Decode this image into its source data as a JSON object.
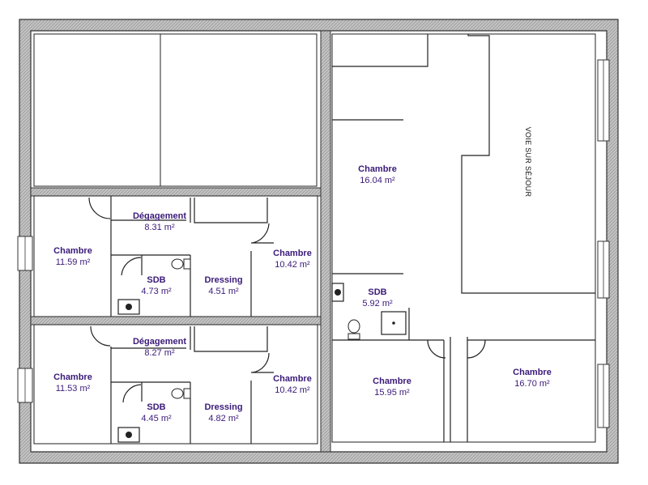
{
  "rooms": [
    {
      "name": "Chambre",
      "area": "11.59 m²"
    },
    {
      "name": "Dégagement",
      "area": "8.31 m²"
    },
    {
      "name": "Chambre",
      "area": "10.42 m²"
    },
    {
      "name": "SDB",
      "area": "4.73 m²"
    },
    {
      "name": "Dressing",
      "area": "4.51 m²"
    },
    {
      "name": "Chambre",
      "area": "11.53 m²"
    },
    {
      "name": "Dégagement",
      "area": "8.27 m²"
    },
    {
      "name": "Chambre",
      "area": "10.42 m²"
    },
    {
      "name": "SDB",
      "area": "4.45 m²"
    },
    {
      "name": "Dressing",
      "area": "4.82 m²"
    },
    {
      "name": "Chambre",
      "area": "16.04 m²"
    },
    {
      "name": "SDB",
      "area": "5.92 m²"
    },
    {
      "name": "Chambre",
      "area": "15.95 m²"
    },
    {
      "name": "Chambre",
      "area": "16.70 m²"
    }
  ],
  "void_label": "VOIE SUR SÉJOUR",
  "colors": {
    "wall": "#3a3a3a",
    "wall_fill": "#b9b9b9",
    "label": "#3a1a78",
    "line": "#222222"
  }
}
